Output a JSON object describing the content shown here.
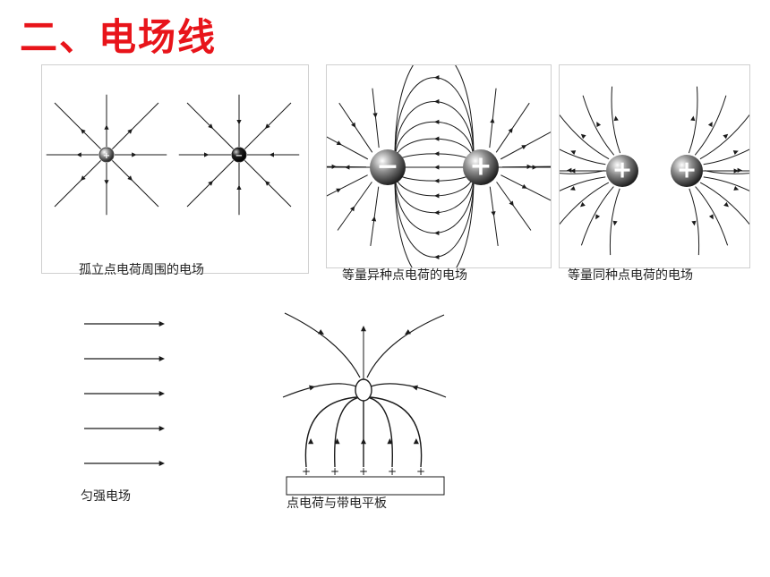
{
  "slide": {
    "title": "二、电场线",
    "title_color": "#e8141a"
  },
  "panels": {
    "isolated": {
      "caption": "孤立点电荷周围的电场"
    },
    "unlike": {
      "caption": "等量异种点电荷的电场"
    },
    "like": {
      "caption": "等量同种点电荷的电场"
    },
    "uniform": {
      "caption": "匀强电场"
    },
    "plate": {
      "caption": "点电荷与带电平板"
    }
  },
  "charge_symbols": {
    "positive": "+",
    "negative": "−"
  },
  "colors": {
    "line": "#1a1a1a",
    "panel_border": "#cfcfcf"
  }
}
